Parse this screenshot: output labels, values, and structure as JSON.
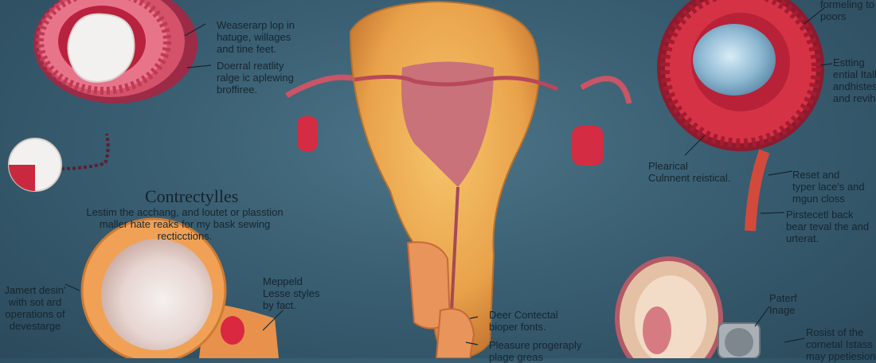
{
  "heading": "Contrectylles",
  "labels": {
    "tl_1": [
      "Weaserarp lop in",
      "hatuge, willages",
      "and tine feet."
    ],
    "tl_2": [
      "Doerral reatlity",
      "ralge ic aplewing",
      "broffiree."
    ],
    "mid_center": [
      "Lestim the acchang, and loutet or plasstion",
      "maller hate reaks for my bask sewing",
      "recticctions."
    ],
    "left_low": [
      "Jamert desin'",
      "with sot ard",
      "operations of",
      "devestarge"
    ],
    "mid_low": [
      "Meppeld",
      "Lesse styles",
      "by fact."
    ],
    "bottom_1": [
      "Deer Contectal",
      "bioper fonts."
    ],
    "bottom_2": [
      "Pleasure progeraply",
      "plage greas"
    ],
    "right_mid": [
      "Plearical",
      "Culnnent reistical."
    ],
    "tr_1": [
      "formeling to",
      "poors"
    ],
    "tr_2": [
      "Estting",
      "ential Itall",
      "andhistes",
      "and revih"
    ],
    "r_1": [
      "Reset and",
      "typer lace's and",
      "mgun closs"
    ],
    "r_2": [
      "Pirstecetl back",
      "bear teval the and",
      "urterat."
    ],
    "br_1": [
      "Paterf",
      "Inage"
    ],
    "br_2": [
      "Rosist of the",
      "cornetal Istass",
      "may ppetiesion"
    ]
  }
}
